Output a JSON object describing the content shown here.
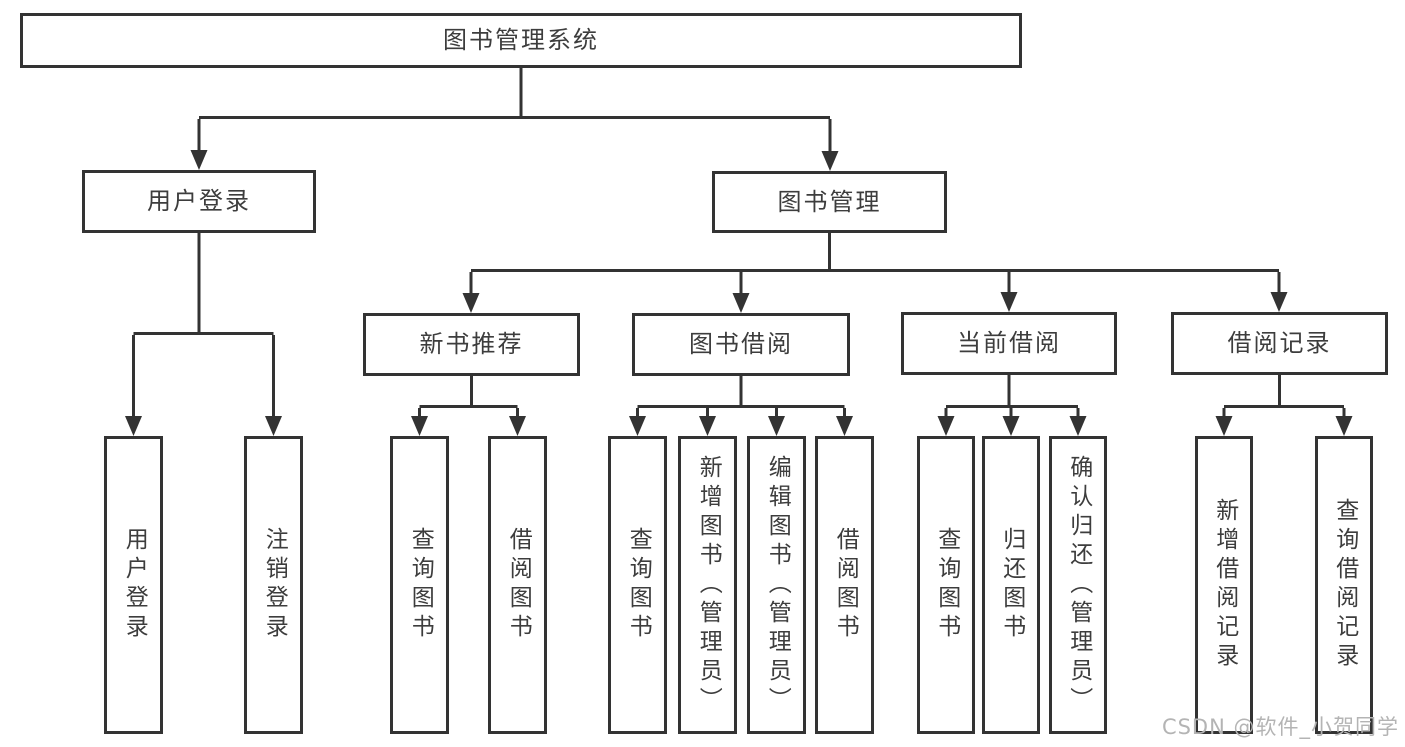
{
  "tree": {
    "label": "图书管理系统",
    "children": [
      {
        "label": "用户登录",
        "children": [
          {
            "label": "用户登录"
          },
          {
            "label": "注销登录"
          }
        ]
      },
      {
        "label": "图书管理",
        "children": [
          {
            "label": "新书推荐",
            "children": [
              {
                "label": "查询图书"
              },
              {
                "label": "借阅图书"
              }
            ]
          },
          {
            "label": "图书借阅",
            "children": [
              {
                "label": "查询图书"
              },
              {
                "label": "新增图书（管理员）"
              },
              {
                "label": "编辑图书（管理员）"
              },
              {
                "label": "借阅图书"
              }
            ]
          },
          {
            "label": "当前借阅",
            "children": [
              {
                "label": "查询图书"
              },
              {
                "label": "归还图书"
              },
              {
                "label": "确认归还（管理员）"
              }
            ]
          },
          {
            "label": "借阅记录",
            "children": [
              {
                "label": "新增借阅记录"
              },
              {
                "label": "查询借阅记录"
              }
            ]
          }
        ]
      }
    ]
  },
  "watermark": {
    "text": "CSDN @软件_小贺同学"
  },
  "colors": {
    "line": "#333333",
    "box_border": "#333333",
    "text": "#3d3d3d",
    "watermark": "#b4b4b4",
    "background": "#ffffff"
  }
}
